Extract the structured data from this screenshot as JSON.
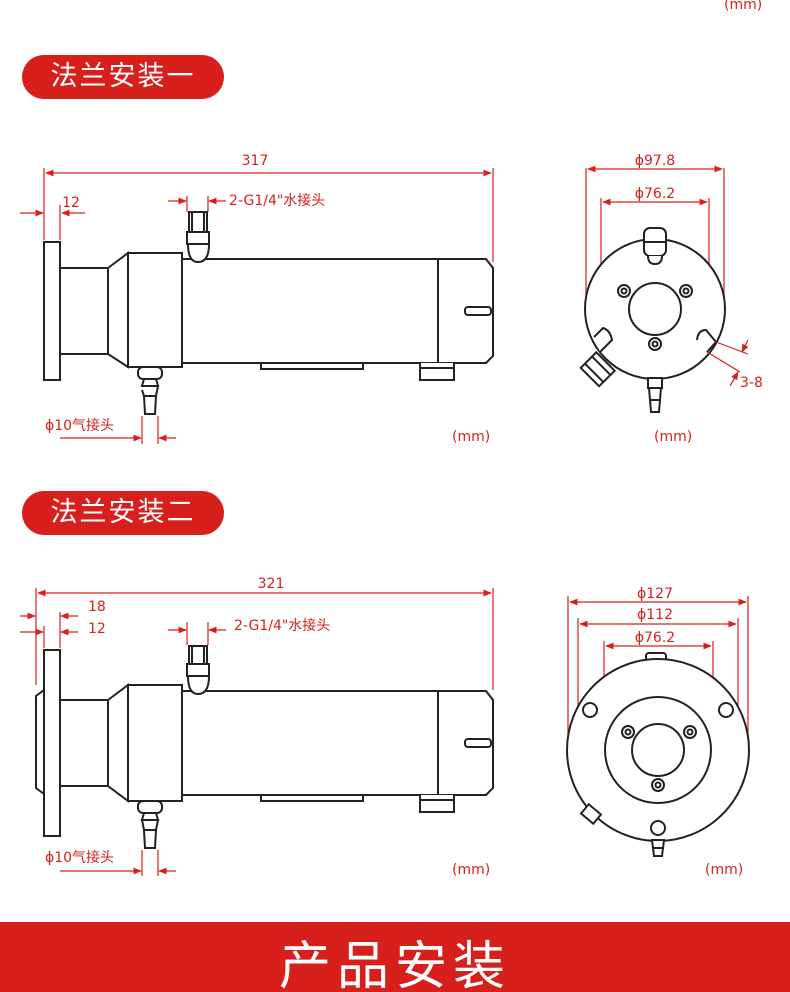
{
  "header_unit_partial": "(mm)",
  "sections": [
    {
      "title": "法兰安装一",
      "side": {
        "overall_length": "317",
        "flange_thickness": "12",
        "water_fitting": "2-G1/4\"水接头",
        "air_fitting": "ϕ10气接头",
        "unit": "(mm)"
      },
      "front": {
        "outer_diameter": "ϕ97.8",
        "inner_diameter": "ϕ76.2",
        "slot_width": "3-8",
        "unit": "(mm)"
      }
    },
    {
      "title": "法兰安装二",
      "side": {
        "overall_length": "321",
        "flange_offset": "18",
        "flange_thickness": "12",
        "water_fitting": "2-G1/4\"水接头",
        "air_fitting": "ϕ10气接头",
        "unit": "(mm)"
      },
      "front": {
        "outer_diameter": "ϕ127",
        "bolt_circle": "ϕ112",
        "inner_diameter": "ϕ76.2",
        "unit": "(mm)"
      }
    }
  ],
  "footer": {
    "title": "产品安装"
  },
  "colors": {
    "accent": "#d7201c",
    "line": "#222222"
  }
}
